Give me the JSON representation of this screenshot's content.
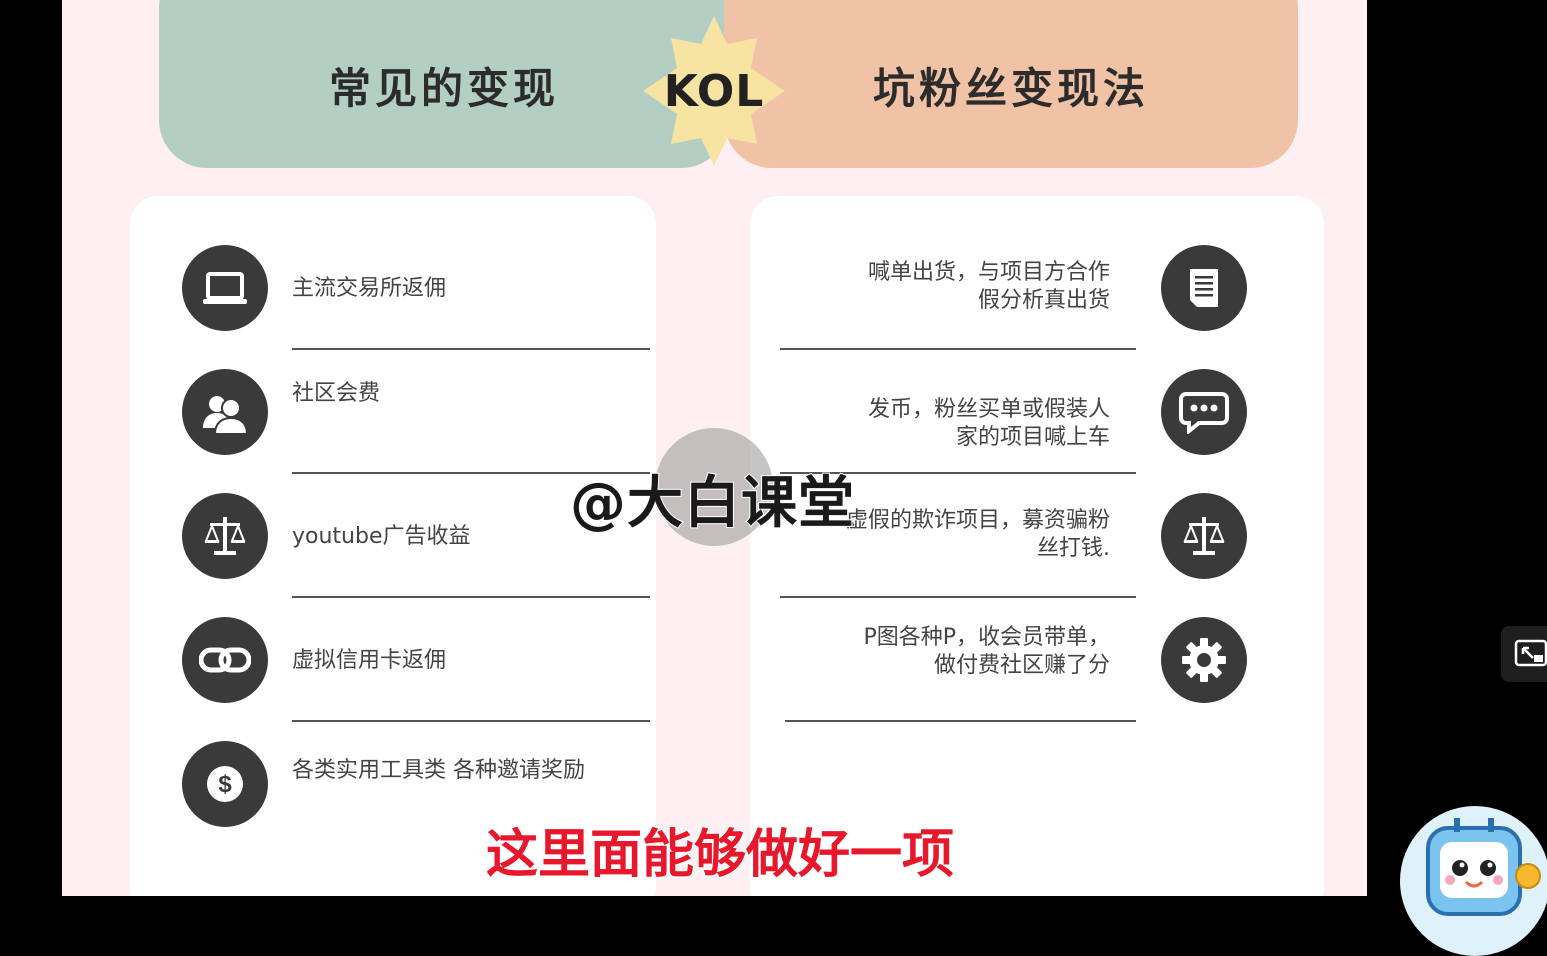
{
  "header": {
    "left_title": "常见的变现",
    "center_badge": "KOL",
    "right_title": "坑粉丝变现法"
  },
  "left_items": [
    {
      "icon": "laptop-icon",
      "text": "主流交易所返佣"
    },
    {
      "icon": "users-icon",
      "text": "社区会费"
    },
    {
      "icon": "scale-icon",
      "text": "youtube广告收益"
    },
    {
      "icon": "link-icon",
      "text": "虚拟信用卡返佣"
    },
    {
      "icon": "dollar-icon",
      "text": "各类实用工具类  各种邀请奖励"
    }
  ],
  "right_items": [
    {
      "icon": "document-icon",
      "text": "喊单出货，与项目方合作\n假分析真出货"
    },
    {
      "icon": "chat-icon",
      "text": "发币，粉丝买单或假装人\n家的项目喊上车"
    },
    {
      "icon": "scale-icon",
      "text": "虚假的欺诈项目，募资骗粉\n丝打钱."
    },
    {
      "icon": "gear-icon",
      "text": "P图各种P，收会员带单，\n做付费社区赚了分"
    }
  ],
  "watermark": "@大白课堂",
  "subtitle": "这里面能够做好一项",
  "colors": {
    "left_pill": "#b3cfc3",
    "right_pill": "#f1c3a6",
    "badge": "#f7e3a2",
    "icon_bg": "#3a3a3a",
    "subtitle": "#e8182c"
  }
}
